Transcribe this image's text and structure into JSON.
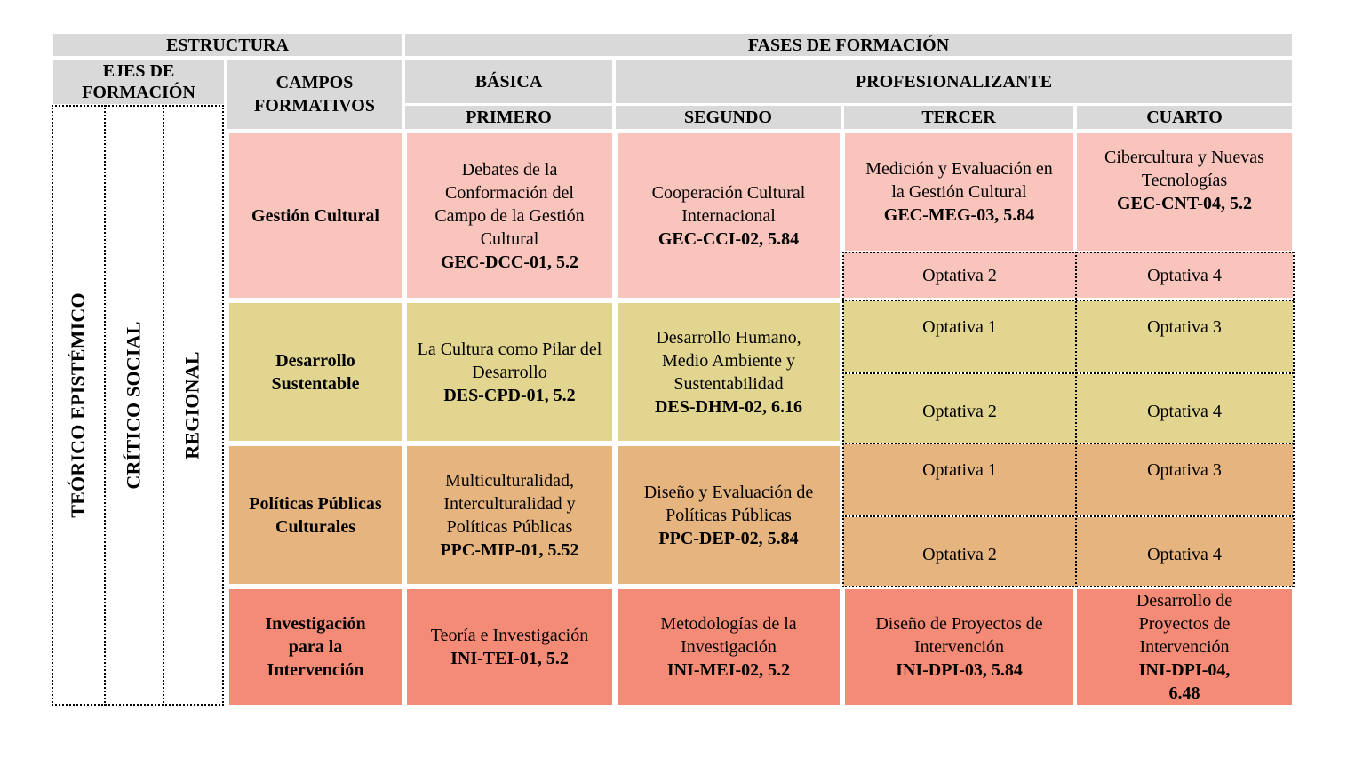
{
  "header": {
    "estructura": "ESTRUCTURA",
    "fases": "FASES DE FORMACIÓN",
    "ejes": "EJES DE FORMACIÓN",
    "campos": "CAMPOS FORMATIVOS",
    "basica": "BÁSICA",
    "profesionalizante": "PROFESIONALIZANTE",
    "primero": "PRIMERO",
    "segundo": "SEGUNDO",
    "tercer": "TERCER",
    "cuarto": "CUARTO"
  },
  "ejes": {
    "teorico": "TEÓRICO EPISTÉMICO",
    "critico": "CRÍTICO SOCIAL",
    "regional": "REGIONAL"
  },
  "rows": {
    "gestion": {
      "campo": "Gestión Cultural",
      "primero": {
        "title": "Debates de la Conformación del Campo de la Gestión Cultural",
        "code": "GEC-DCC-01, 5.2"
      },
      "segundo": {
        "title": "Cooperación Cultural Internacional",
        "code": "GEC-CCI-02, 5.84"
      },
      "tercer": {
        "title": "Medición y Evaluación en la Gestión Cultural",
        "code": "GEC-MEG-03, 5.84"
      },
      "cuarto": {
        "title": "Cibercultura y Nuevas Tecnologías",
        "code": "GEC-CNT-04, 5.2"
      },
      "tercer_opt": "Optativa 2",
      "cuarto_opt": "Optativa 4"
    },
    "desarrollo": {
      "campo": "Desarrollo Sustentable",
      "primero": {
        "title": "La Cultura como Pilar del Desarrollo",
        "code": "DES-CPD-01, 5.2"
      },
      "segundo": {
        "title": "Desarrollo Humano, Medio Ambiente  y Sustentabilidad",
        "code": "DES-DHM-02, 6.16"
      },
      "tercer_opt1": "Optativa 1",
      "tercer_opt2": "Optativa 2",
      "cuarto_opt1": "Optativa 3",
      "cuarto_opt2": "Optativa 4"
    },
    "politicas": {
      "campo": "Políticas Públicas Culturales",
      "primero": {
        "title": "Multiculturalidad, Interculturalidad y Políticas Públicas",
        "code": "PPC-MIP-01, 5.52"
      },
      "segundo": {
        "title": "Diseño y Evaluación de Políticas Públicas",
        "code": "PPC-DEP-02, 5.84"
      },
      "tercer_opt1": "Optativa 1",
      "tercer_opt2": "Optativa 2",
      "cuarto_opt1": "Optativa 3",
      "cuarto_opt2": "Optativa 4"
    },
    "investigacion": {
      "campo": "Investigación para la Intervención",
      "primero": {
        "title": "Teoría e Investigación",
        "code": "INI-TEI-01, 5.2"
      },
      "segundo": {
        "title": "Metodologías de la Investigación",
        "code": "INI-MEI-02, 5.2"
      },
      "tercer": {
        "title": "Diseño de Proyectos de Intervención",
        "code": "INI-DPI-03, 5.84"
      },
      "cuarto": {
        "title": "Desarrollo de Proyectos de Intervención",
        "code": "INI-DPI-04, 6.48"
      }
    }
  },
  "colors": {
    "header": "#d9d9d9",
    "gestion": "#f8c4bc",
    "desarrollo": "#e2d58f",
    "politicas": "#e5b47f",
    "investigacion": "#f48b77"
  }
}
